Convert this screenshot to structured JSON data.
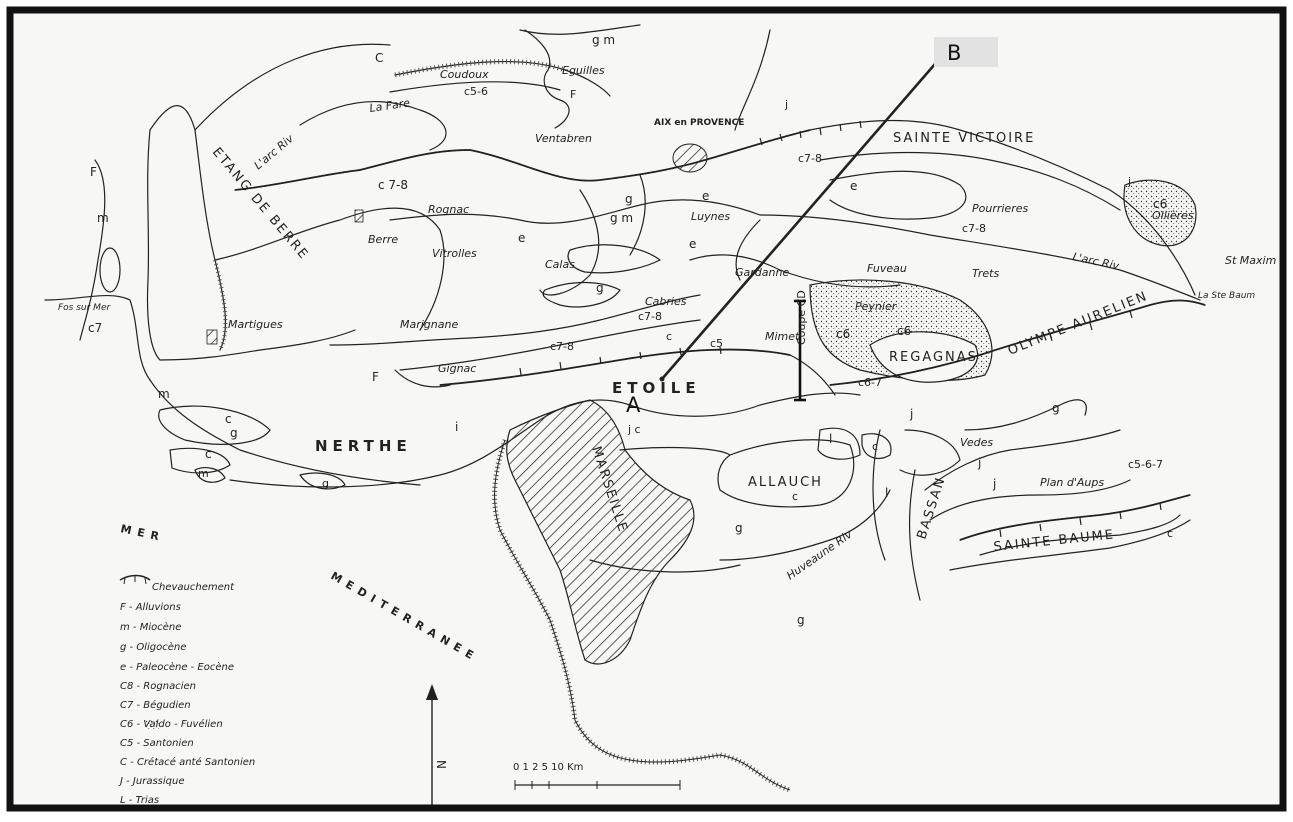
{
  "map": {
    "markers": {
      "a": "A",
      "b": "B"
    },
    "coupe_label": "Coupe CD",
    "regions": {
      "sainte_victoire": "SAINTE VICTOIRE",
      "olympe_aurelien": "OLYMPE    AURELIEN",
      "etoile": "ETOILE",
      "nerthe": "NERTHE",
      "allauch": "ALLAUCH",
      "regagnas": "REGAGNAS",
      "sainte_baume": "SAINTE BAUME",
      "bassan": "BASSAN",
      "etang_de_berre": "ETANG  DE  BERRE",
      "marseille": "MARSEILLE",
      "mer": "MER",
      "mediterranee": "MEDITERRANEE"
    },
    "towns": {
      "aix": "AIX en PROVENCE",
      "eguilles": "Eguilles",
      "coudoux": "Coudoux",
      "la_fare": "La Fare",
      "ventabren": "Ventabren",
      "rognac": "Rognac",
      "berre": "Berre",
      "vitrolles": "Vitrolles",
      "marignane": "Marignane",
      "martigues": "Martigues",
      "fos": "Fos sur Mer",
      "calas": "Calas",
      "luynes": "Luynes",
      "gardanne": "Gardanne",
      "fuveau": "Fuveau",
      "pourrieres": "Pourrieres",
      "trets": "Trets",
      "peynier": "Peynier",
      "cabries": "Cabries",
      "mimet": "Mimet",
      "gignac": "Gignac",
      "ollieres": "Ollières",
      "st_maxim": "St Maxim",
      "la_ste_baume": "La Ste Baum",
      "vedes": "Vedes",
      "plan_daups": "Plan d'Aups",
      "arc_riv_1": "L'arc Riv",
      "arc_riv_2": "L'arc Riv",
      "huveaune": "Huveaune Riv"
    },
    "codes": {
      "gm_top": "g m",
      "c_top": "C",
      "c56": "c5-6",
      "f_top": "F",
      "j_top": "j",
      "j_sv": "j",
      "c78_nw": "c 7-8",
      "c78_sv": "c7-8",
      "e_sv": "e",
      "c6_east": "c6",
      "c78_east": "c7-8",
      "f_west": "F",
      "m_west": "m",
      "c7_west": "c7",
      "g_aix": "g",
      "gm_mid": "g m",
      "e_mid": "e",
      "e_mid2": "e",
      "g_calas": "g",
      "c78_cab": "c7-8",
      "c78_gig": "c7-8",
      "f_gig": "F",
      "c_mid": "c",
      "c5_mid": "c5",
      "c6_peyn": "c6",
      "c6_reg": "c6",
      "c67": "c6-7",
      "i_mid": "i",
      "m_south": "m",
      "c_s1": "c",
      "g_s1": "g",
      "c_s2": "c",
      "m_s2": "m",
      "g_nerthe": "g",
      "jc": "j c",
      "g_marseille": "g",
      "c_allauch": "c",
      "l_mid": "l",
      "c_oval": "c",
      "l_2": "l",
      "j_2": "j",
      "g_east": "g",
      "j_3": "j",
      "c567": "c5-6-7",
      "c_sb": "c",
      "g_south": "g",
      "j_4": "j",
      "e_aix": "e"
    },
    "legend": [
      "Chevauchement",
      "F - Alluvions",
      "m - Miocène",
      "g - Oligocène",
      "e - Paleocène - Eocène",
      "C8 - Rognacien",
      "C7 - Bégudien",
      "C6 - Valdo - Fuvélien",
      "C5 - Santonien",
      "C - Crétacé anté Santonien",
      "J - Jurassique",
      "L - Trias"
    ],
    "scale": {
      "ticks": "0 1 2        5                  10 Km"
    },
    "north": "N"
  }
}
